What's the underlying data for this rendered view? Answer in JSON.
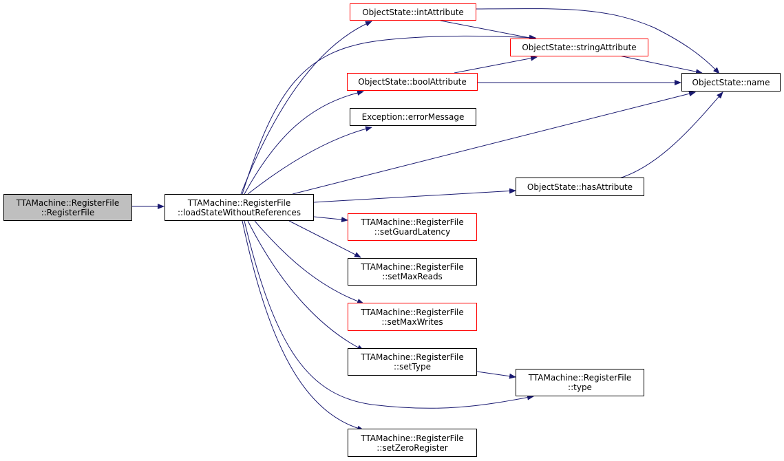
{
  "diagram": {
    "edge_color": "#191970",
    "border_red": "#ff0000",
    "root_fill": "#bfbfbf",
    "nodes": {
      "rf_ctor": {
        "line1": "TTAMachine::RegisterFile",
        "line2": "::RegisterFile",
        "style": "root"
      },
      "rf_load": {
        "line1": "TTAMachine::RegisterFile",
        "line2": "::loadStateWithoutReferences",
        "style": "normal"
      },
      "os_int": {
        "line1": "ObjectState::intAttribute",
        "style": "red"
      },
      "os_string": {
        "line1": "ObjectState::stringAttribute",
        "style": "red"
      },
      "os_bool": {
        "line1": "ObjectState::boolAttribute",
        "style": "red"
      },
      "os_name": {
        "line1": "ObjectState::name",
        "style": "normal"
      },
      "ex_error": {
        "line1": "Exception::errorMessage",
        "style": "normal"
      },
      "os_has": {
        "line1": "ObjectState::hasAttribute",
        "style": "normal"
      },
      "rf_guard": {
        "line1": "TTAMachine::RegisterFile",
        "line2": "::setGuardLatency",
        "style": "red"
      },
      "rf_maxreads": {
        "line1": "TTAMachine::RegisterFile",
        "line2": "::setMaxReads",
        "style": "normal"
      },
      "rf_maxwrites": {
        "line1": "TTAMachine::RegisterFile",
        "line2": "::setMaxWrites",
        "style": "red"
      },
      "rf_settype": {
        "line1": "TTAMachine::RegisterFile",
        "line2": "::setType",
        "style": "normal"
      },
      "rf_type": {
        "line1": "TTAMachine::RegisterFile",
        "line2": "::type",
        "style": "normal"
      },
      "rf_setzero": {
        "line1": "TTAMachine::RegisterFile",
        "line2": "::setZeroRegister",
        "style": "normal"
      }
    },
    "edges": [
      [
        "rf_ctor",
        "rf_load"
      ],
      [
        "rf_load",
        "os_int"
      ],
      [
        "rf_load",
        "os_string"
      ],
      [
        "rf_load",
        "os_bool"
      ],
      [
        "rf_load",
        "ex_error"
      ],
      [
        "rf_load",
        "os_name"
      ],
      [
        "rf_load",
        "os_has"
      ],
      [
        "rf_load",
        "rf_guard"
      ],
      [
        "rf_load",
        "rf_maxreads"
      ],
      [
        "rf_load",
        "rf_maxwrites"
      ],
      [
        "rf_load",
        "rf_settype"
      ],
      [
        "rf_load",
        "rf_type"
      ],
      [
        "rf_load",
        "rf_setzero"
      ],
      [
        "os_int",
        "os_string"
      ],
      [
        "os_int",
        "os_name"
      ],
      [
        "os_string",
        "os_name"
      ],
      [
        "os_bool",
        "os_string"
      ],
      [
        "os_bool",
        "os_name"
      ],
      [
        "os_has",
        "os_name"
      ],
      [
        "rf_settype",
        "rf_type"
      ]
    ]
  }
}
